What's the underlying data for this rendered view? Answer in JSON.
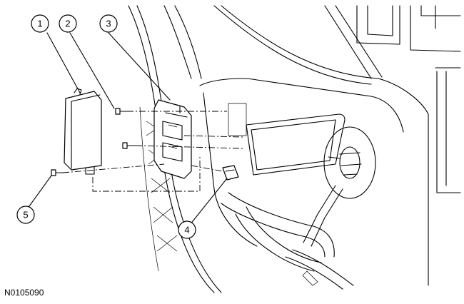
{
  "figure": {
    "id": "N0105090",
    "callouts": [
      {
        "number": "1"
      },
      {
        "number": "2"
      },
      {
        "number": "3"
      },
      {
        "number": "4"
      },
      {
        "number": "5"
      }
    ]
  }
}
